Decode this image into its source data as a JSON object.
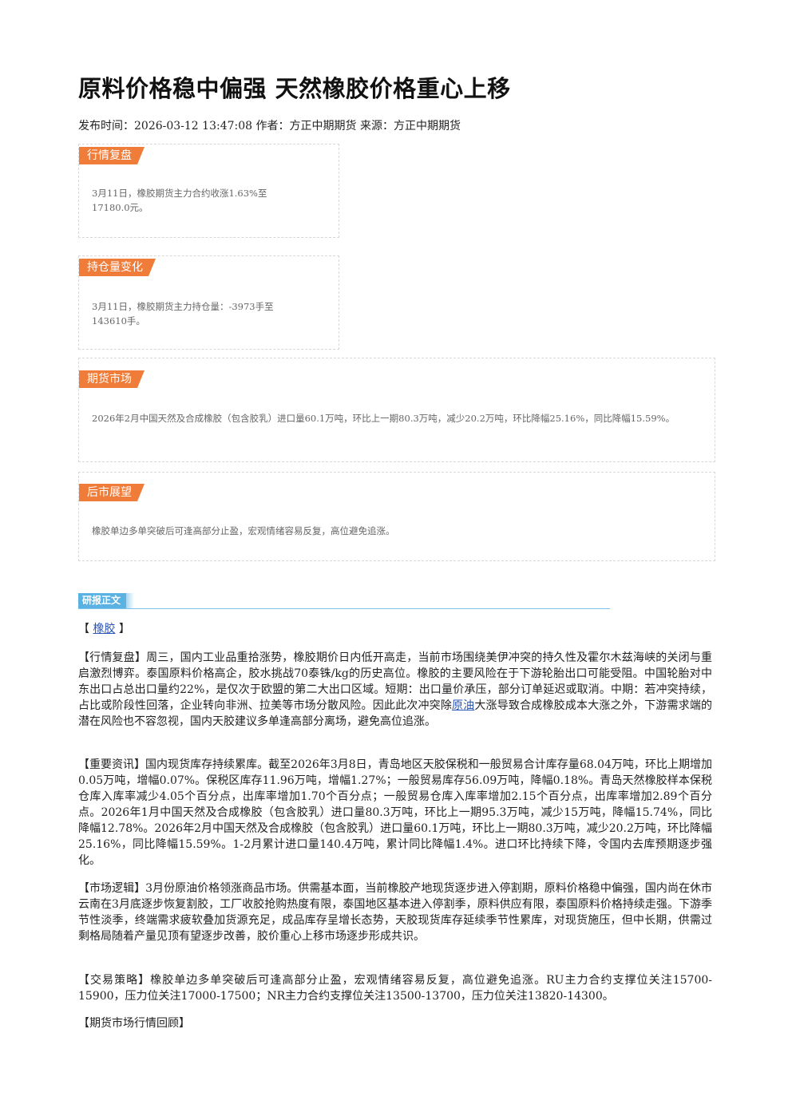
{
  "article": {
    "title": "原料价格稳中偏强 天然橡胶价格重心上移",
    "meta": "发布时间：2026-03-12 13:47:08 作者：方正中期期货 来源：方正中期期货"
  },
  "cards": [
    {
      "tag": "行情复盘",
      "text": "3月11日，橡胶期货主力合约收涨1.63%至17180.0元。"
    },
    {
      "tag": "持仓量变化",
      "text": "3月11日，橡胶期货主力持仓量：-3973手至143610手。"
    },
    {
      "tag": "期货市场",
      "text": "2026年2月中国天然及合成橡胶（包含胶乳）进口量60.1万吨，环比上一期80.3万吨，减少20.2万吨，环比降幅25.16%，同比降幅15.59%。"
    },
    {
      "tag": "后市展望",
      "text": "橡胶单边多单突破后可逢高部分止盈，宏观情绪容易反复，高位避免追涨。"
    }
  ],
  "report": {
    "section_label": "研报正文",
    "bracket_open": "【 ",
    "bracket_link": "橡胶",
    "bracket_close": " 】",
    "p1_pre": "【行情复盘】周三，国内工业品重拾涨势，橡胶期价日内低开高走，当前市场围绕美伊冲突的持久性及霍尔木兹海峡的关闭与重启激烈博弈。泰国原料价格高企，胶水挑战70泰铢/kg的历史高位。橡胶的主要风险在于下游轮胎出口可能受阻。中国轮胎对中东出口占总出口量约22%，是仅次于欧盟的第二大出口区域。短期：出口量价承压，部分订单延迟或取消。中期：若冲突持续，占比或阶段性回落，企业转向非洲、拉美等市场分散风险。因此此次冲突除",
    "p1_link": "原油",
    "p1_post": "大涨导致合成橡胶成本大涨之外，下游需求端的潜在风险也不容忽视，国内天胶建议多单逢高部分离场，避免高位追涨。",
    "p2": "【重要资讯】国内现货库存持续累库。截至2026年3月8日，青岛地区天胶保税和一般贸易合计库存量68.04万吨，环比上期增加0.05万吨，增幅0.07%。保税区库存11.96万吨，增幅1.27%；一般贸易库存56.09万吨，降幅0.18%。青岛天然橡胶样本保税仓库入库率减少4.05个百分点，出库率增加1.70个百分点；一般贸易仓库入库率增加2.15个百分点，出库率增加2.89个百分点。2026年1月中国天然及合成橡胶（包含胶乳）进口量80.3万吨，环比上一期95.3万吨，减少15万吨，降幅15.74%，同比降幅12.78%。2026年2月中国天然及合成橡胶（包含胶乳）进口量60.1万吨，环比上一期80.3万吨，减少20.2万吨，环比降幅25.16%，同比降幅15.59%。1-2月累计进口量140.4万吨，累计同比降幅1.4%。进口环比持续下降，令国内去库预期逐步强化。",
    "p3": "【市场逻辑】3月份原油价格领涨商品市场。供需基本面，当前橡胶产地现货逐步进入停割期，原料价格稳中偏强，国内尚在休市云南在3月底逐步恢复割胶，工厂收胶抢购热度有限，泰国地区基本进入停割季，原料供应有限，泰国原料价格持续走强。下游季节性淡季，终端需求疲软叠加货源充足，成品库存呈增长态势，天胶现货库存延续季节性累库，对现货施压，但中长期，供需过剩格局随着产量见顶有望逐步改善，胶价重心上移市场逐步形成共识。",
    "p4": "【交易策略】橡胶单边多单突破后可逢高部分止盈，宏观情绪容易反复，高位避免追涨。RU主力合约支撑位关注15700-15900，压力位关注17000-17500；NR主力合约支撑位关注13500-13700，压力位关注13820-14300。",
    "p5": "【期货市场行情回顾】"
  }
}
